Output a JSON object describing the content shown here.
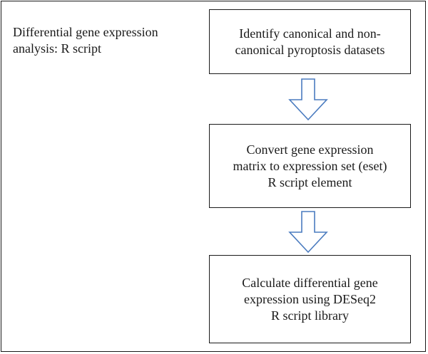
{
  "title": {
    "line1": "Differential gene expression",
    "line2": "analysis: R script"
  },
  "steps": [
    {
      "lines": [
        "Identify canonical and non-",
        "canonical pyroptosis datasets"
      ]
    },
    {
      "lines": [
        "Convert gene expression",
        "matrix to expression set (eset)",
        "R script element"
      ]
    },
    {
      "lines": [
        "Calculate differential gene",
        "expression using DESeq2",
        "R script library"
      ]
    }
  ],
  "colors": {
    "arrow_stroke": "#4a7bbf",
    "box_border": "#1a1a1a",
    "text": "#1a1a1a"
  },
  "icons": {
    "flow_arrow": "down-arrow-icon"
  }
}
